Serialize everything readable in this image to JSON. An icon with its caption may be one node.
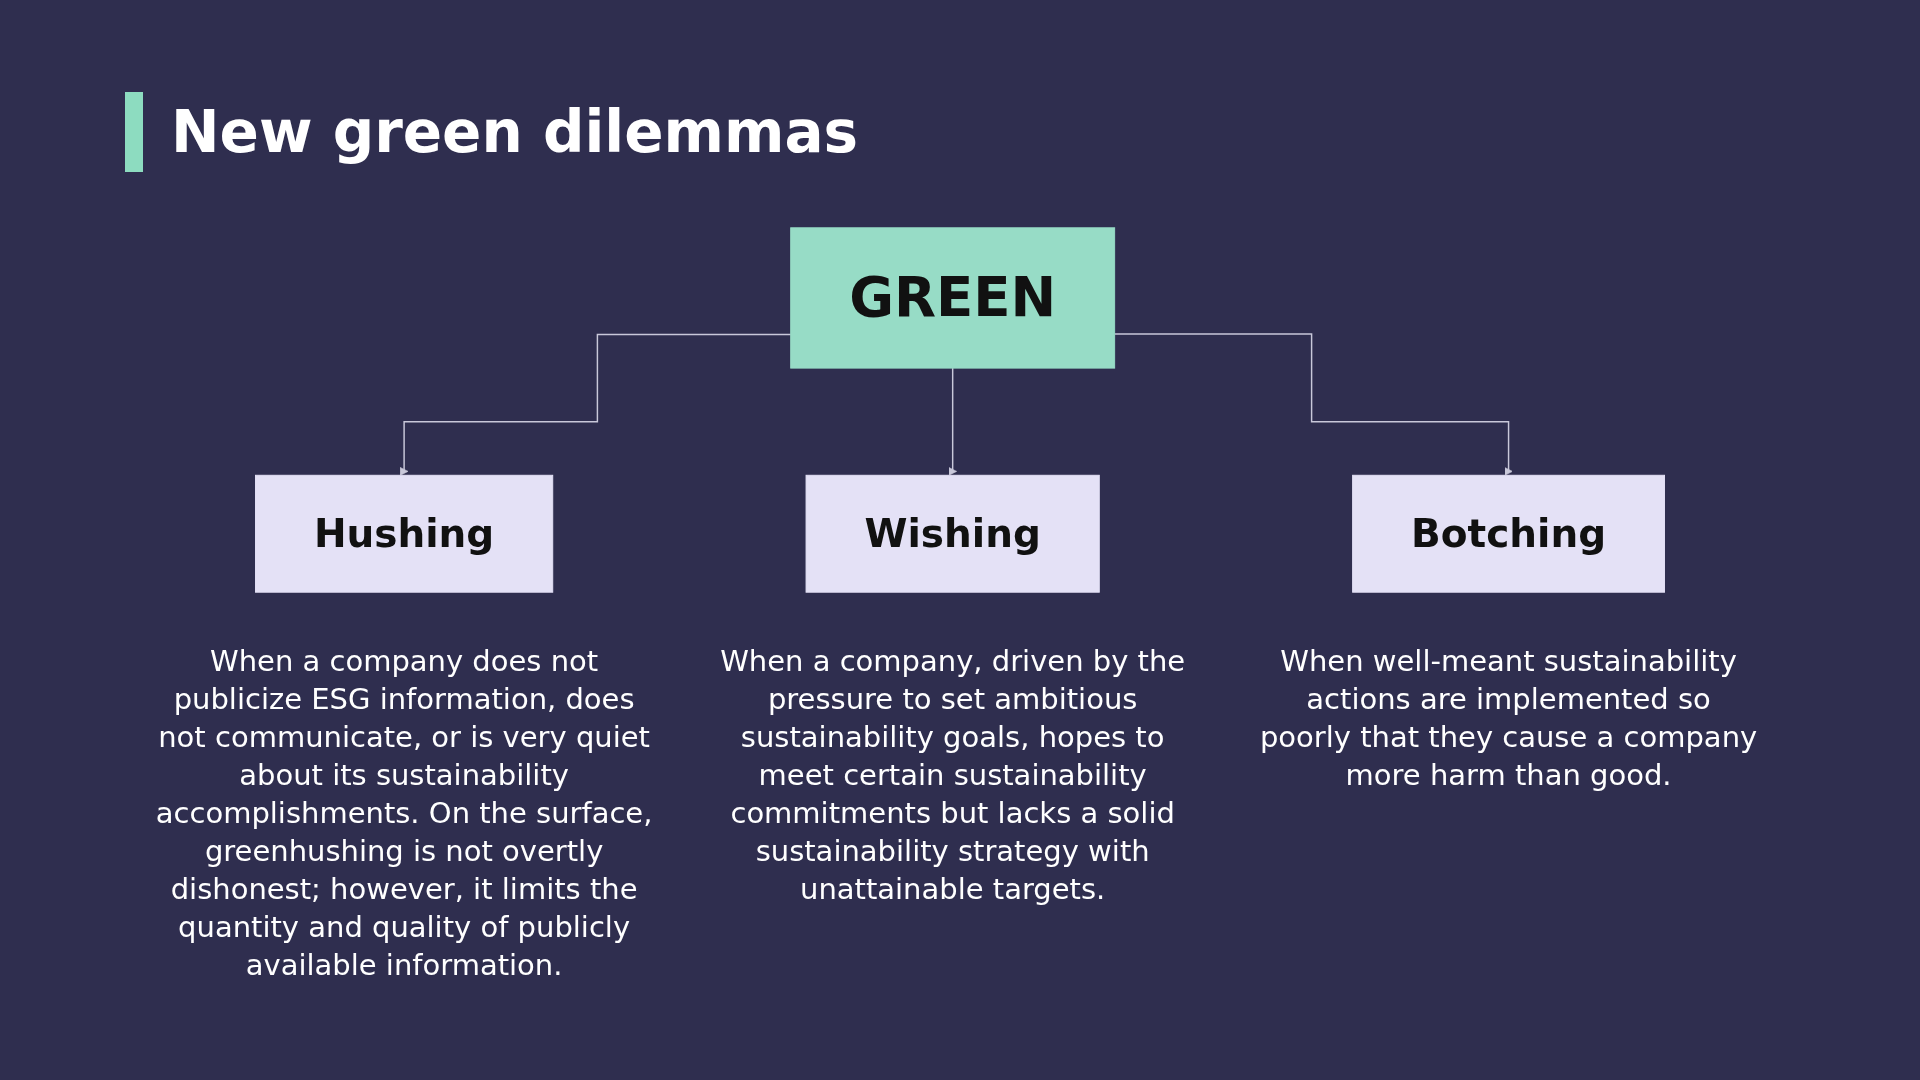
{
  "diagram": {
    "title": "New green dilemmas",
    "nodes": [
      {
        "text": [
          "GREEN"
        ]
      },
      {
        "text": [
          "Hushing"
        ],
        "beside": [
          "When a company does not publicize ESG information, does not communicate, or is very quiet about its sustainability accomplishments.  On the surface, greenhushing is not overtly dishonest; however, it limits the quantity and quality of publicly available information."
        ]
      },
      {
        "text": [
          "Wishing"
        ],
        "beside": [
          "When a company, driven by the pressure to set ambitious sustainability goals, hopes to meet certain sustainability commitments but lacks a solid sustainability strategy with unattainable targets."
        ]
      },
      {
        "text": [
          "Botching"
        ],
        "beside": [
          "When well-meant sustainability actions are implemented so poorly that they cause a company more harm than good."
        ]
      }
    ],
    "edges": [
      {
        "from": 0,
        "to": 1,
        "arrow": "to"
      },
      {
        "from": 0,
        "to": 2,
        "arrow": "to"
      },
      {
        "from": 0,
        "to": 3,
        "arrow": "to"
      }
    ]
  }
}
